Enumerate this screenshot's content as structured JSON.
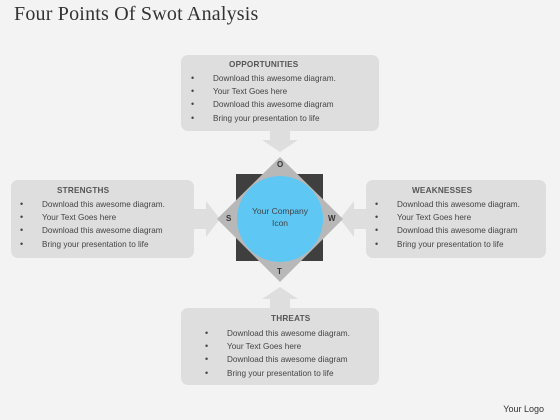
{
  "title": "Four Points Of Swot Analysis",
  "center_text": "Your Company Icon",
  "letters": {
    "top": "O",
    "left": "S",
    "right": "W",
    "bottom": "T"
  },
  "opportunities": {
    "heading": "OPPORTUNITIES",
    "items": [
      "Download this awesome diagram.",
      "Your Text Goes here",
      "Download this awesome diagram",
      "Bring your presentation to life"
    ]
  },
  "strengths": {
    "heading": "STRENGTHS",
    "items": [
      "Download this awesome diagram.",
      "Your Text Goes here",
      "Download this awesome diagram",
      "Bring your presentation to life"
    ]
  },
  "weaknesses": {
    "heading": "WEAKNESSES",
    "items": [
      "Download this awesome diagram.",
      "Your Text Goes here",
      "Download this awesome diagram",
      "Bring your presentation to life"
    ]
  },
  "threats": {
    "heading": "THREATS",
    "items": [
      "Download this awesome diagram.",
      "Your Text Goes here",
      "Download this awesome diagram",
      "Bring your presentation to life"
    ]
  },
  "logo": "Your Logo",
  "colors": {
    "circle": "#5ec7f4",
    "square": "#3f3f3f",
    "diamond": "#b8b8b8",
    "box": "#dedede",
    "background": "#f3f3f3"
  }
}
